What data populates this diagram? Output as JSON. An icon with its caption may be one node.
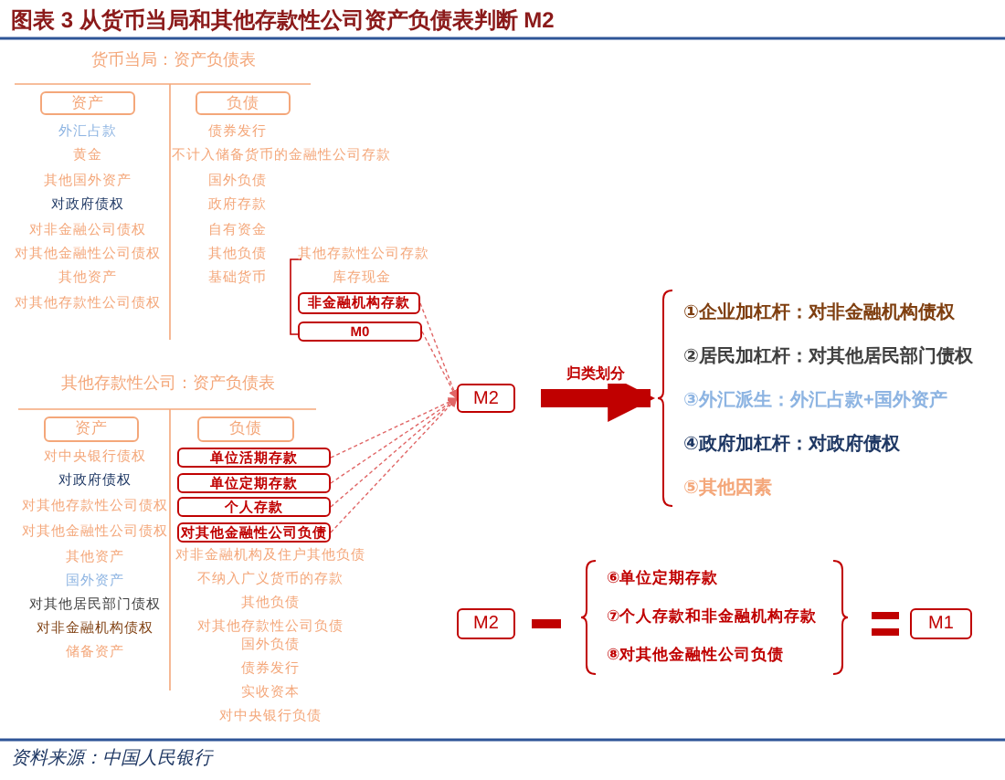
{
  "diagram": {
    "title": "图表 3 从货币当局和其他存款性公司资产负债表判断 M2",
    "caption": "资料来源：中国人民银行",
    "nodes": [
      {
        "text": [
          "资产"
        ]
      },
      {
        "text": [
          "负债"
        ]
      },
      {
        "text": [
          "非金融机构存款"
        ]
      },
      {
        "text": [
          "M0"
        ]
      },
      {
        "text": [
          "资产"
        ]
      },
      {
        "text": [
          "负债"
        ]
      },
      {
        "text": [
          "单位活期存款"
        ]
      },
      {
        "text": [
          "单位定期存款"
        ]
      },
      {
        "text": [
          "个人存款"
        ]
      },
      {
        "text": [
          "对其他金融性公司负债"
        ]
      },
      {
        "text": [
          "M2"
        ]
      },
      {
        "text": [
          "①企业加杠杆：对非金融机构债权",
          "②居民加杠杆：对其他居民部门债权",
          "③外汇派生：外汇占款+国外资产",
          "④政府加杠杆：对政府债权",
          "⑤其他因素"
        ]
      },
      {
        "text": [
          "M2"
        ]
      },
      {
        "text": [
          "⑥单位定期存款",
          "⑦个人存款和非金融机构存款",
          "⑧对其他金融性公司负债"
        ]
      },
      {
        "text": [
          "M1"
        ]
      }
    ],
    "edges": [
      {
        "from": 2,
        "to": 10,
        "arrow": "to",
        "style": "dashed",
        "color": "#e06666"
      },
      {
        "from": 3,
        "to": 10,
        "arrow": "to",
        "style": "dashed",
        "color": "#e06666"
      },
      {
        "from": 6,
        "to": 10,
        "arrow": "to",
        "style": "dashed",
        "color": "#e06666"
      },
      {
        "from": 7,
        "to": 10,
        "arrow": "to",
        "style": "dashed",
        "color": "#e06666"
      },
      {
        "from": 8,
        "to": 10,
        "arrow": "to",
        "style": "dashed",
        "color": "#e06666"
      },
      {
        "from": 9,
        "to": 10,
        "arrow": "to",
        "style": "dashed",
        "color": "#e06666"
      },
      {
        "from": 10,
        "to": 11,
        "arrow": "to",
        "style": "thick",
        "color": "#c00000",
        "label": "归类划分"
      }
    ],
    "labels": [
      "货币当局：资产负债表",
      "外汇占款",
      "黄金",
      "其他国外资产",
      "对政府债权",
      "对非金融公司债权",
      "对其他金融性公司债权",
      "其他资产",
      "对其他存款性公司债权",
      "债券发行",
      "不计入储备货币的金融性公司存款",
      "国外负债",
      "政府存款",
      "自有资金",
      "其他负债",
      "基础货币",
      "其他存款性公司存款",
      "库存现金",
      "其他存款性公司：资产负债表",
      "对中央银行债权",
      "对政府债权",
      "对其他存款性公司债权",
      "对其他金融性公司债权",
      "其他资产",
      "国外资产",
      "对其他居民部门债权",
      "对非金融机构债权",
      "储备资产",
      "对非金融机构及住户其他负债",
      "不纳入广义货币的存款",
      "其他负债",
      "对其他存款性公司负债",
      "国外负债",
      "债券发行",
      "实收资本",
      "对中央银行负债"
    ]
  }
}
